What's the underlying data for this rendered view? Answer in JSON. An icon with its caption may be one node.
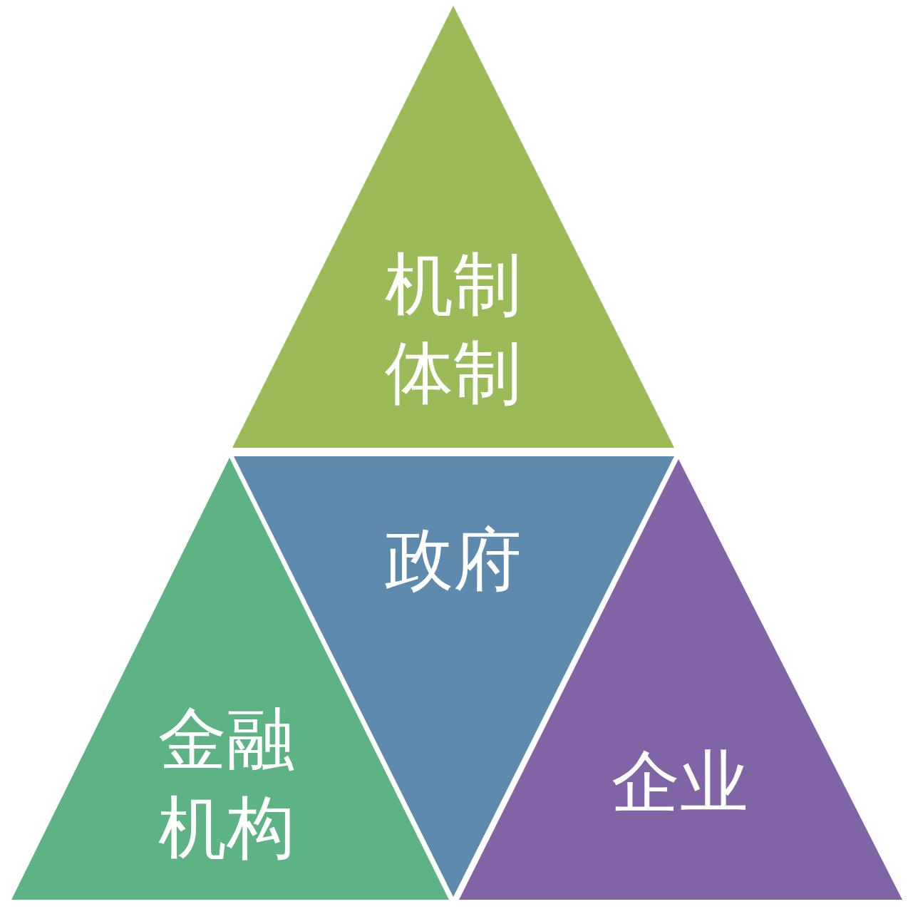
{
  "diagram": {
    "nodes": [
      {
        "text": [
          "机制体制"
        ]
      },
      {
        "text": [
          "政府"
        ]
      },
      {
        "text": [
          "金融机构"
        ]
      },
      {
        "text": [
          "企业"
        ]
      }
    ]
  }
}
